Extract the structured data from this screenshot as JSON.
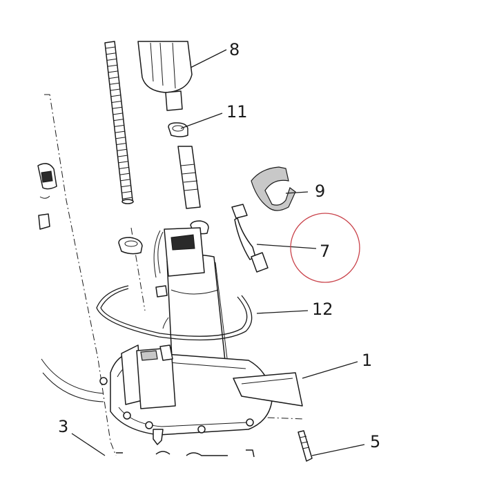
{
  "callouts": [
    {
      "id": "8",
      "text": "8"
    },
    {
      "id": "11",
      "text": "11"
    },
    {
      "id": "9",
      "text": "9"
    },
    {
      "id": "7",
      "text": "7"
    },
    {
      "id": "12",
      "text": "12"
    },
    {
      "id": "1",
      "text": "1"
    },
    {
      "id": "3",
      "text": "3"
    },
    {
      "id": "5",
      "text": "5"
    }
  ],
  "highlight": {
    "target": "7",
    "color": "#c9424a"
  }
}
